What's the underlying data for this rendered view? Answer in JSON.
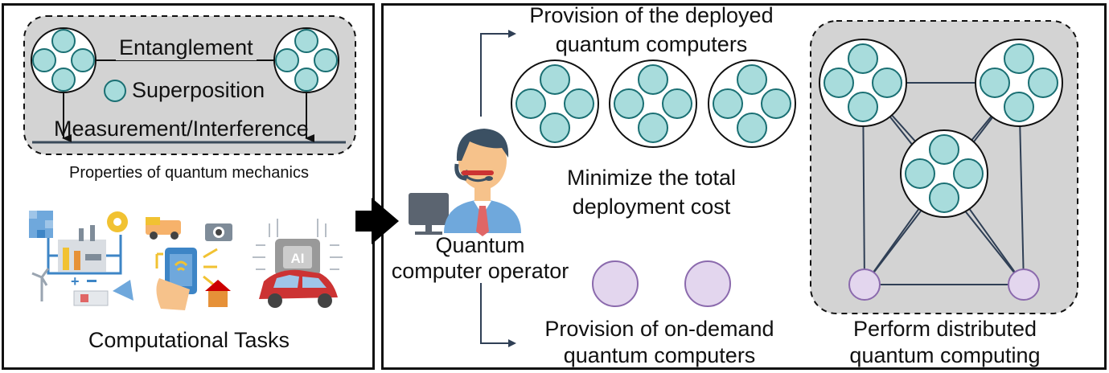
{
  "properties": {
    "entanglement": "Entanglement",
    "superposition": "Superposition",
    "measurement": "Measurement/Interference",
    "caption": "Properties of quantum mechanics"
  },
  "tasks": {
    "caption": "Computational Tasks",
    "ai_chip_label": "AI"
  },
  "operator": {
    "line1": "Quantum",
    "line2": "computer operator"
  },
  "deployed": {
    "line1": "Provision of the deployed",
    "line2": "quantum computers"
  },
  "cost": {
    "line1": "Minimize the total",
    "line2": "deployment cost"
  },
  "ondemand": {
    "line1": "Provision of on-demand",
    "line2": "quantum computers"
  },
  "distributed": {
    "line1": "Perform distributed",
    "line2": "quantum computing"
  },
  "colors": {
    "qubit_fill": "#a8dcdc",
    "qubit_stroke": "#1a6f73",
    "ondemand_fill": "#e3d6ee",
    "ondemand_stroke": "#8b6aad",
    "panel_gray": "#d3d3d3",
    "arrow": "#2f3f55"
  }
}
